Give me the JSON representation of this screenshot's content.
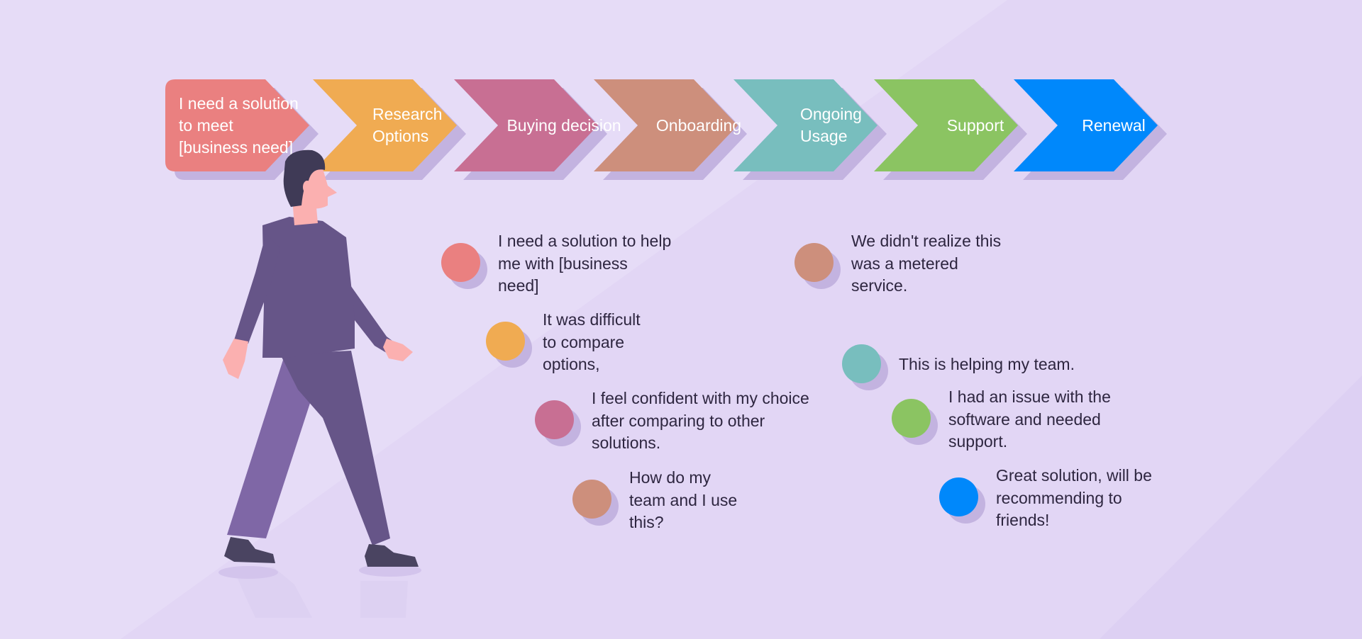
{
  "journey": {
    "steps": [
      {
        "label": "I need a solution\nto meet\n[business need]",
        "color": "#ea8080"
      },
      {
        "label": "Research\nOptions",
        "color": "#f0ab52"
      },
      {
        "label": "Buying decision",
        "color": "#c86f93"
      },
      {
        "label": "Onboarding",
        "color": "#cd8f7c"
      },
      {
        "label": "Ongoing\nUsage",
        "color": "#78bebe"
      },
      {
        "label": "Support",
        "color": "#8bc462"
      },
      {
        "label": "Renewal",
        "color": "#0088fb"
      }
    ]
  },
  "notes": [
    {
      "text": "I need a solution to help\nme with [business\nneed]",
      "color": "#ea8080"
    },
    {
      "text": "It was difficult\nto compare\noptions,",
      "color": "#f0ab52"
    },
    {
      "text": "I feel confident with my choice\nafter comparing to other\nsolutions.",
      "color": "#c86f93"
    },
    {
      "text": "How do my\nteam and I use\nthis?",
      "color": "#cd8f7c"
    },
    {
      "text": "We didn't realize this\nwas a metered\nservice.",
      "color": "#cd8f7c"
    },
    {
      "text": "This is helping my team.",
      "color": "#78bebe"
    },
    {
      "text": "I had an issue with the\nsoftware and needed\nsupport.",
      "color": "#8bc462"
    },
    {
      "text": "Great solution, will be\nrecommending to\nfriends!",
      "color": "#0088fb"
    }
  ],
  "colors": {
    "background": "#e6dcf7",
    "shadow": "#c3b3e0",
    "person_body": "#665588",
    "person_legs": "#7f67a6",
    "person_skin": "#fbb0b0",
    "person_hair": "#3f3a56"
  },
  "illustration": {
    "icon": "walking-person-icon"
  }
}
